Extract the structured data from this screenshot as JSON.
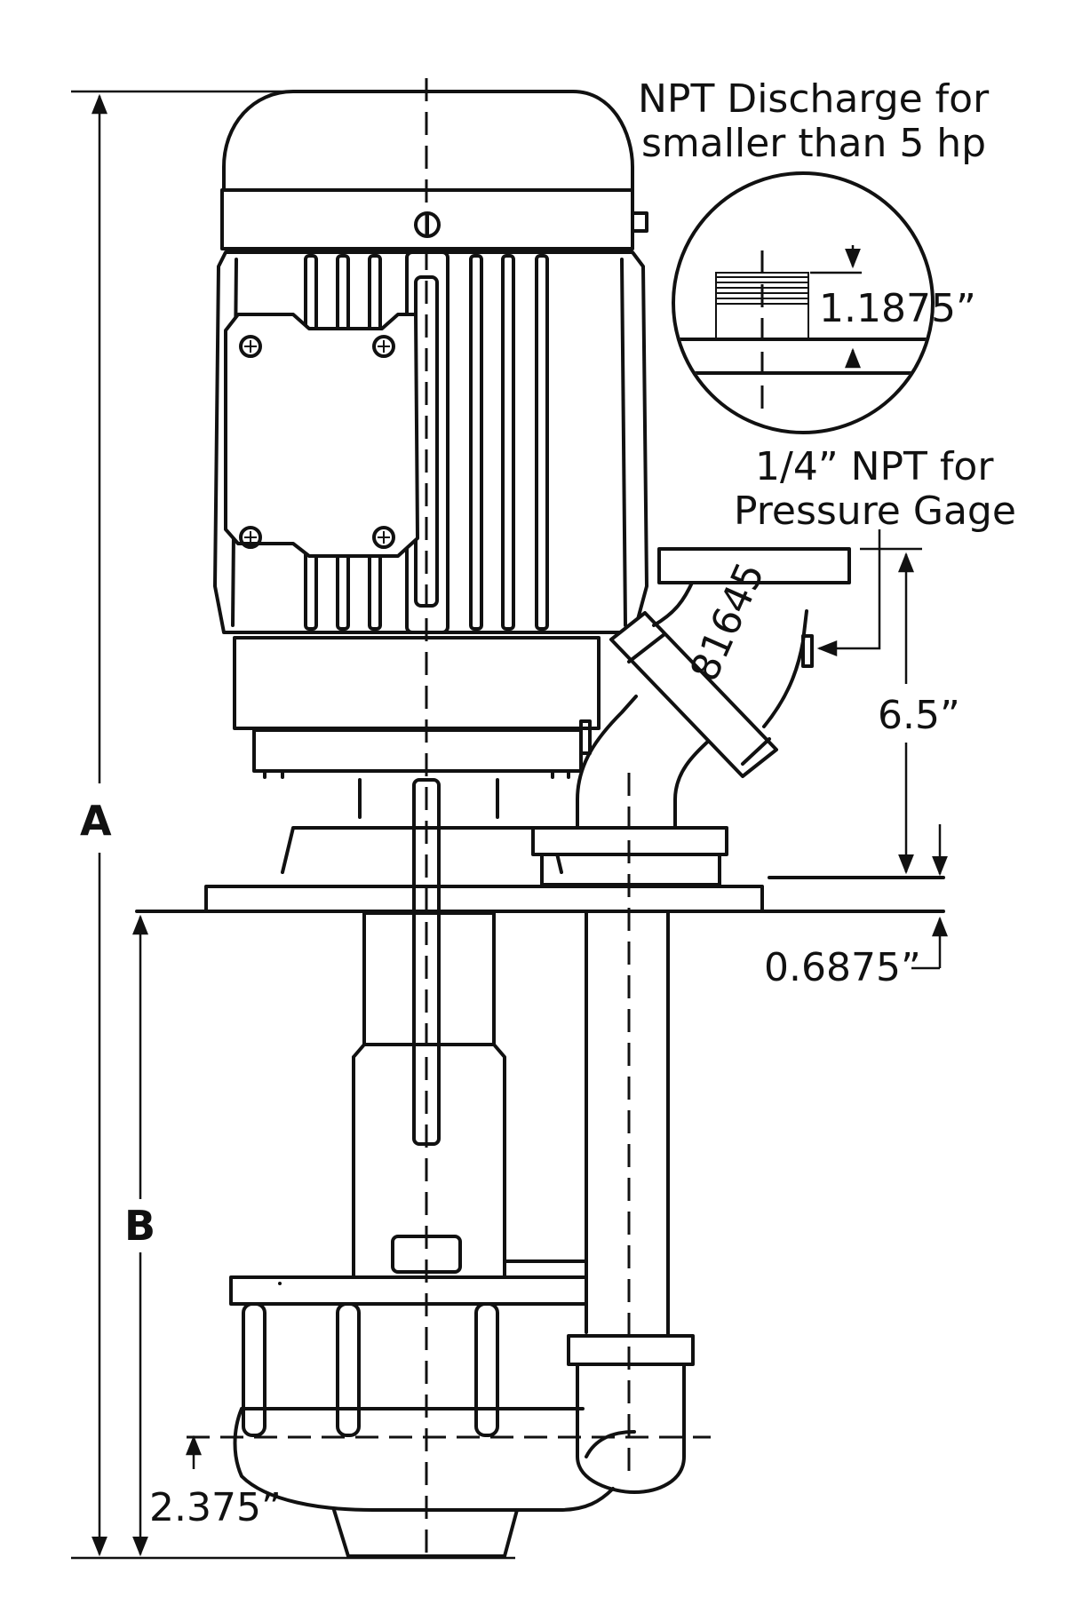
{
  "dimensions": {
    "a_label": "A",
    "b_label": "B",
    "d_6_5": "6.5”",
    "d_0_6875": "0.6875”",
    "d_2_375": "2.375”",
    "d_1_1875": "1.1875”"
  },
  "callouts": {
    "npt_discharge_line1": "NPT Discharge for",
    "npt_discharge_line2": "smaller than 5 hp",
    "pressure_gage_line1": "1/4” NPT for",
    "pressure_gage_line2": "Pressure Gage"
  },
  "part_number": "81645"
}
